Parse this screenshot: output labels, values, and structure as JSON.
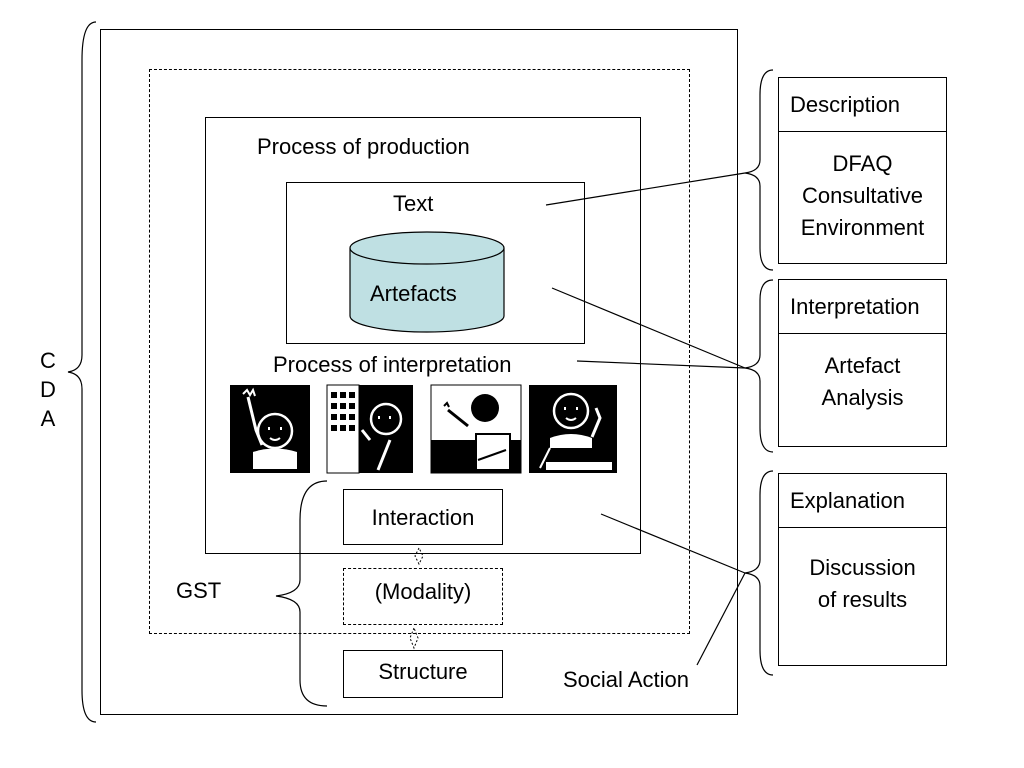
{
  "outer": {
    "label": "C\nD\nA"
  },
  "social_action": {
    "label": "Social Action"
  },
  "production": {
    "label": "Process of production"
  },
  "text_box": {
    "label": "Text",
    "artefacts": "Artefacts"
  },
  "interpretation": {
    "label": "Process of interpretation"
  },
  "interaction": {
    "label": "Interaction"
  },
  "modality": {
    "label": "(Modality)"
  },
  "structure": {
    "label": "Structure"
  },
  "gst": {
    "label": "GST"
  },
  "side_panels": [
    {
      "header": "Description",
      "body": "DFAQ\nConsultative\nEnvironment"
    },
    {
      "header": "Interpretation",
      "body": "Artefact\nAnalysis"
    },
    {
      "header": "Explanation",
      "body": "Discussion\nof results"
    }
  ],
  "colors": {
    "artefacts_fill": "#bfe0e3",
    "stroke": "#000000"
  }
}
